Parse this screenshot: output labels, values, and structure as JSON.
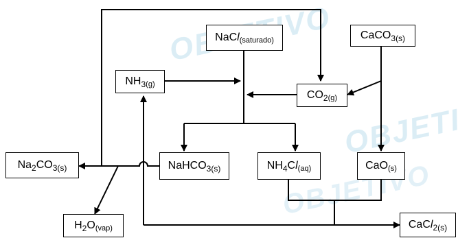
{
  "watermark": {
    "text": "OBJETIVO",
    "color": "#bfe0ee"
  },
  "boxes": {
    "nacl": {
      "main": "NaC",
      "italic": "l",
      "sub": "(saturado)"
    },
    "caco3": {
      "main": "CaCO",
      "num": "3",
      "sub": "(s)"
    },
    "nh3": {
      "main": "NH",
      "num": "3",
      "sub": " (g)"
    },
    "co2": {
      "main": "CO",
      "num": "2",
      "sub": " (g)"
    },
    "na2co3": {
      "pre": "Na",
      "num1": "2",
      "mid": "CO",
      "num2": "3",
      "sub": "(s)"
    },
    "nahco3": {
      "main": "NaHCO",
      "num": "3",
      "sub": "(s)"
    },
    "nh4cl": {
      "pre": "NH",
      "num": "4",
      "mid": "C",
      "italic": "l",
      "sub": " (aq)"
    },
    "cao": {
      "main": "CaO",
      "sub": " (s)"
    },
    "h2o": {
      "pre": "H",
      "num": "2",
      "mid": "O",
      "sub": " (vap)"
    },
    "cacl2": {
      "main": "CaC",
      "italic": "l",
      "num": "2",
      "sub": "(s)"
    }
  }
}
